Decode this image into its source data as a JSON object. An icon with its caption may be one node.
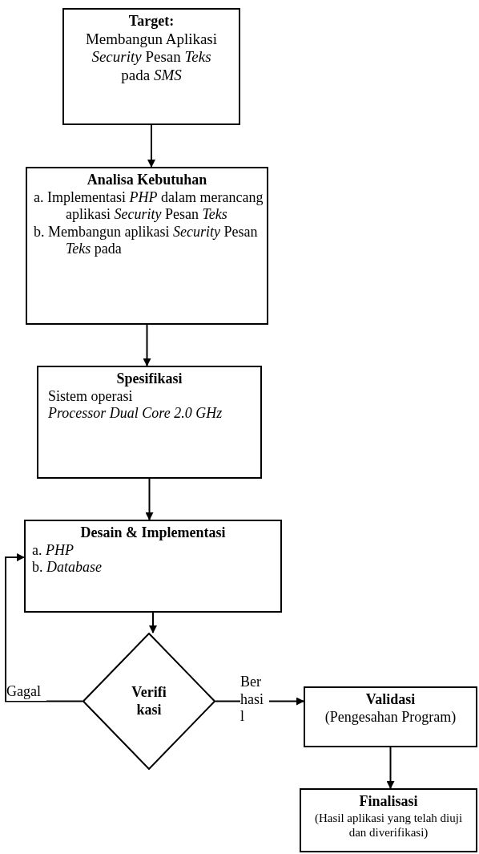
{
  "diagram": {
    "nodes": [
      {
        "text": [
          "Target:",
          "Membangun Aplikasi *Security* Pesan *Teks* pada *SMS*"
        ]
      },
      {
        "text": [
          "Analisa Kebutuhan",
          "a. Implementasi *PHP* dalam merancang aplikasi *Security* Pesan *Teks*",
          "b. Membangun aplikasi *Security* Pesan *Teks* pada"
        ]
      },
      {
        "text": [
          "Spesifikasi",
          "Sistem operasi",
          "*Processor Dual Core 2.0 GHz*"
        ]
      },
      {
        "text": [
          "Desain & Implementasi",
          "a. *PHP*",
          "b. *Database*"
        ]
      },
      {
        "text": [
          "Verifi kasi"
        ]
      },
      {
        "text": [
          "Validasi",
          "(Pengesahan Program)"
        ]
      },
      {
        "text": [
          "Finalisasi",
          "(Hasil aplikasi yang telah diuji dan diverifikasi)"
        ]
      }
    ],
    "edges": [
      {
        "from": 0,
        "to": 1,
        "arrow": "to"
      },
      {
        "from": 1,
        "to": 2,
        "arrow": "to"
      },
      {
        "from": 2,
        "to": 3,
        "arrow": "to"
      },
      {
        "from": 3,
        "to": 4,
        "arrow": "to"
      },
      {
        "from": 4,
        "to": 3,
        "arrow": "to",
        "label": "Gagal"
      },
      {
        "from": 4,
        "to": 5,
        "arrow": "to",
        "label": "Ber hasi l"
      },
      {
        "from": 5,
        "to": 6,
        "arrow": "to"
      }
    ]
  }
}
